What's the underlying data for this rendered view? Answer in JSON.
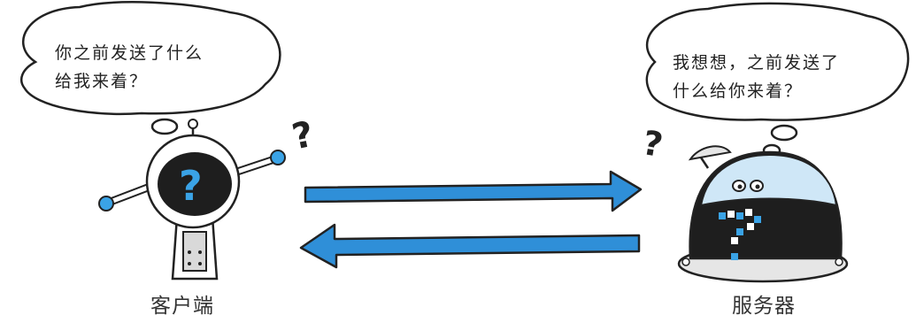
{
  "client": {
    "speech_line1": "你之前发送了什么",
    "speech_line2": "给我来着？",
    "label": "客户端"
  },
  "server": {
    "speech_line1": "我想想，之前发送了",
    "speech_line2": "什么给你来着？",
    "label": "服务器"
  },
  "colors": {
    "arrow": "#2f8fd8",
    "accent_blue": "#3aa3e6",
    "outline": "#222222",
    "dark_face": "#1e1e1e"
  }
}
